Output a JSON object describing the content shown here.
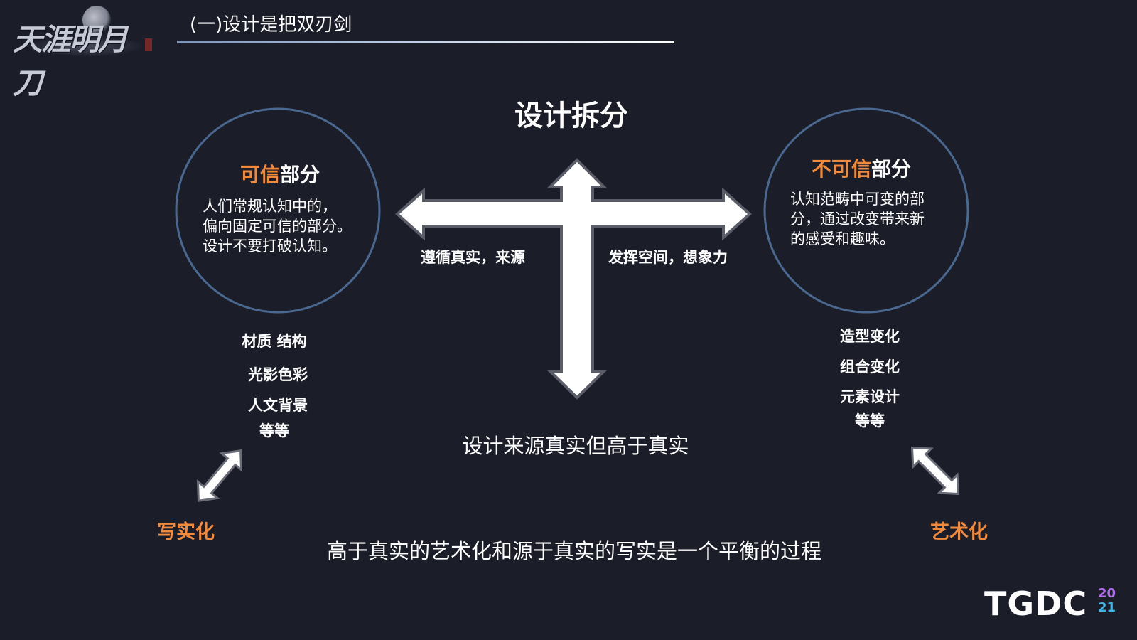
{
  "logo": {
    "text": "天涯明月刀"
  },
  "header": {
    "title": "(一)设计是把双刃剑"
  },
  "center": {
    "title": "设计拆分",
    "axis_left_label": "遵循真实，来源",
    "axis_right_label": "发挥空间，想象力",
    "caption": "设计来源真实但高于真实"
  },
  "left_circle": {
    "title_highlight": "可信",
    "title_rest": "部分",
    "body": [
      "人们常规认知中的，",
      "偏向固定可信的部分。",
      "设计不要打破认知。"
    ]
  },
  "right_circle": {
    "title_highlight": "不可信",
    "title_rest": "部分",
    "body": [
      "认知范畴中可变的部",
      "分，通过改变带来新",
      "的感受和趣味。"
    ]
  },
  "left_list": [
    "材质 结构",
    "光影色彩",
    "人文背景",
    "等等"
  ],
  "right_list": [
    "造型变化",
    "组合变化",
    "元素设计",
    "等等"
  ],
  "left_outcome": "写实化",
  "right_outcome": "艺术化",
  "bottom_caption": "高于真实的艺术化和源于真实的写实是一个平衡的过程",
  "brand": {
    "name": "TGDC",
    "year_top": "20",
    "year_bottom": "21"
  },
  "colors": {
    "background": "#1b1d29",
    "accent_orange": "#f08a3c",
    "circle_stroke": "#4a6890",
    "text": "#ffffff"
  }
}
